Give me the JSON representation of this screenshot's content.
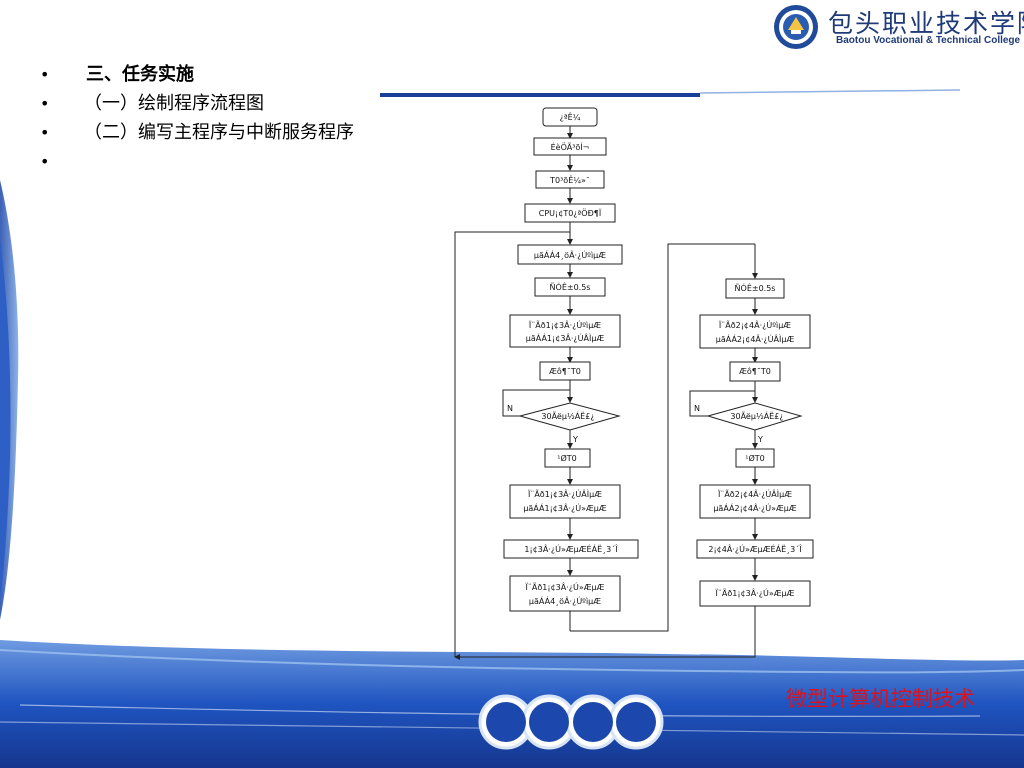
{
  "header": {
    "college_name_cn": "包头职业技术学院",
    "college_name_en": "Baotou Vocational & Technical College",
    "logo_icon": "college-seal-icon"
  },
  "bullets": [
    "三、任务实施",
    "（一）绘制程序流程图",
    "（二）编写主程序与中断服务程序",
    ""
  ],
  "flowchart": {
    "start": "¿ªÊ¼",
    "step1": "ÉèÖÃ³õÍ¬",
    "step2": "T0³õÊ¼»¯",
    "step3": "CPU¡¢T0¿ªÖÐ¶Ï",
    "left": {
      "a": "µãÁÁ4¸öÂ·¿ÚºìµÆ",
      "b": "ÑÓÊ±0.5s",
      "c1": "Ï¨Ãð1¡¢3Â·¿ÚºìµÆ",
      "c2": "µãÁÁ1¡¢3Â·¿ÚÂÌµÆ",
      "d": "Æô¶¯T0",
      "decision": "30Ãëµ½ÁË£¿",
      "no": "N",
      "yes": "Y",
      "e": "¹ØT0",
      "f1": "Ï¨Ãð1¡¢3Â·¿ÚÂÌµÆ",
      "f2": "µãÁÁ1¡¢3Â·¿Ú»ÆµÆ",
      "g": "1¡¢3Â·¿Ú»ÆµÆÉÁË¸3´Î",
      "h1": "Ï¨Ãð1¡¢3Â·¿Ú»ÆµÆ",
      "h2": "µãÁÁ4¸öÂ·¿ÚºìµÆ"
    },
    "right": {
      "b": "ÑÓÊ±0.5s",
      "c1": "Ï¨Ãð2¡¢4Â·¿ÚºìµÆ",
      "c2": "µãÁÁ2¡¢4Â·¿ÚÂÌµÆ",
      "d": "Æô¶¯T0",
      "decision": "30Ãëµ½ÁË£¿",
      "no": "N",
      "yes": "Y",
      "e": "¹ØT0",
      "f1": "Ï¨Ãð2¡¢4Â·¿ÚÂÌµÆ",
      "f2": "µãÁÁ2¡¢4Â·¿Ú»ÆµÆ",
      "g": "2¡¢4Â·¿Ú»ÆµÆÉÁË¸3´Î",
      "h": "Ï¨Ãð1¡¢3Â·¿Ú»ÆµÆ"
    }
  },
  "footer": {
    "course_title": "微型计算机控制技术"
  },
  "colors": {
    "dark_blue": "#1a3f9a",
    "mid_blue": "#2e67c8",
    "light_blue": "#8fb1e4",
    "red": "#e0101a"
  }
}
